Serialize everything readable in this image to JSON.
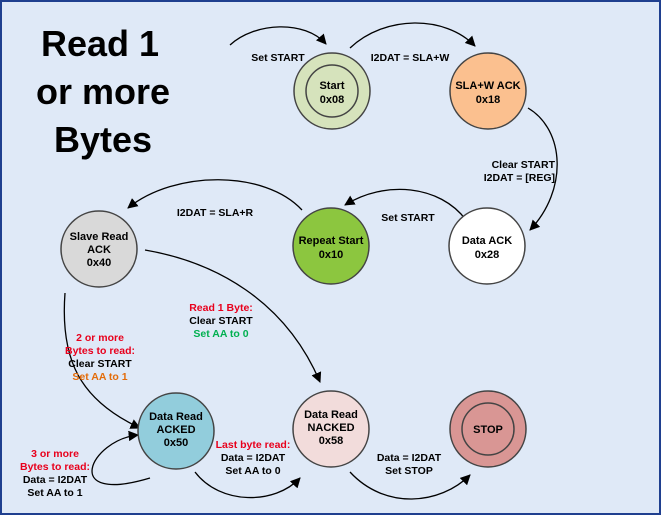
{
  "title": [
    "Read 1",
    "or more",
    "Bytes"
  ],
  "colors": {
    "frame_border": "#1f3f8f",
    "background": "#dfe9f7",
    "label_red": "#e8001c",
    "label_orange": "#e36c0a",
    "label_green": "#00b050",
    "node_start": "#d6e3bc",
    "node_slaw": "#fbc08f",
    "node_dataack": "#ffffff",
    "node_repeat": "#8cc63f",
    "node_slaveread": "#d9d9d9",
    "node_acked": "#92cddc",
    "node_nacked": "#f2dcdb",
    "node_stop": "#d99694"
  },
  "nodes": {
    "start": [
      "Start",
      "0x08"
    ],
    "slaw_ack": [
      "SLA+W ACK",
      "0x18"
    ],
    "data_ack": [
      "Data ACK",
      "0x28"
    ],
    "repeat_start": [
      "Repeat Start",
      "0x10"
    ],
    "slave_read_ack": [
      "Slave Read",
      "ACK",
      "0x40"
    ],
    "data_read_acked": [
      "Data Read",
      "ACKED",
      "0x50"
    ],
    "data_read_nacked": [
      "Data Read",
      "NACKED",
      "0x58"
    ],
    "stop": [
      "STOP"
    ]
  },
  "transitions": {
    "set_start": "Set START",
    "i2dat_slaw": "I2DAT = SLA+W",
    "clear_start_reg": [
      "Clear START",
      "I2DAT = [REG]"
    ],
    "set_start_2": "Set START",
    "i2dat_slar": "I2DAT = SLA+R",
    "read_1_byte": [
      "Read 1 Byte:",
      "Clear START",
      "Set AA to 0"
    ],
    "two_or_more": [
      "2 or more",
      "Bytes to read:",
      "Clear START",
      "Set AA to 1"
    ],
    "three_or_more": [
      "3 or more",
      "Bytes to read:",
      "Data = I2DAT",
      "Set AA to 1"
    ],
    "last_byte": [
      "Last byte read:",
      "Data = I2DAT",
      "Set AA to 0"
    ],
    "to_stop": [
      "Data = I2DAT",
      "Set STOP"
    ]
  }
}
